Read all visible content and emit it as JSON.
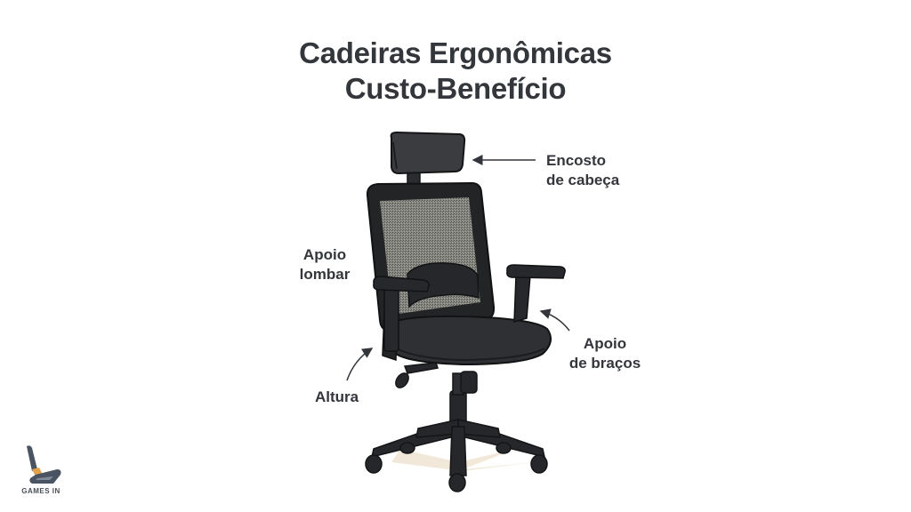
{
  "title": {
    "line1": "Cadeiras Ergonômicas",
    "line2": "Custo-Benefício"
  },
  "annotations": [
    {
      "id": "headrest",
      "line1": "Encosto",
      "line2": "de cabeça",
      "target": "headrest"
    },
    {
      "id": "lumbar",
      "line1": "Apoio",
      "line2": "lombar",
      "target": "lumbar-support"
    },
    {
      "id": "armrest",
      "line1": "Apoio",
      "line2": "de braços",
      "target": "armrest"
    },
    {
      "id": "height",
      "line1": "Altura",
      "target": "height-lever"
    }
  ],
  "logo": {
    "text": "GAMES IN",
    "colors": {
      "dark": "#4a5361",
      "accent": "#e3a24a",
      "light": "#7f8a99"
    }
  },
  "colors": {
    "background": "#ffffff",
    "text": "#33363b",
    "chair_frame": "#222426",
    "chair_mesh": "#6f6f6a",
    "chair_seat": "#2f3133",
    "shadow": "#efe4d4"
  }
}
